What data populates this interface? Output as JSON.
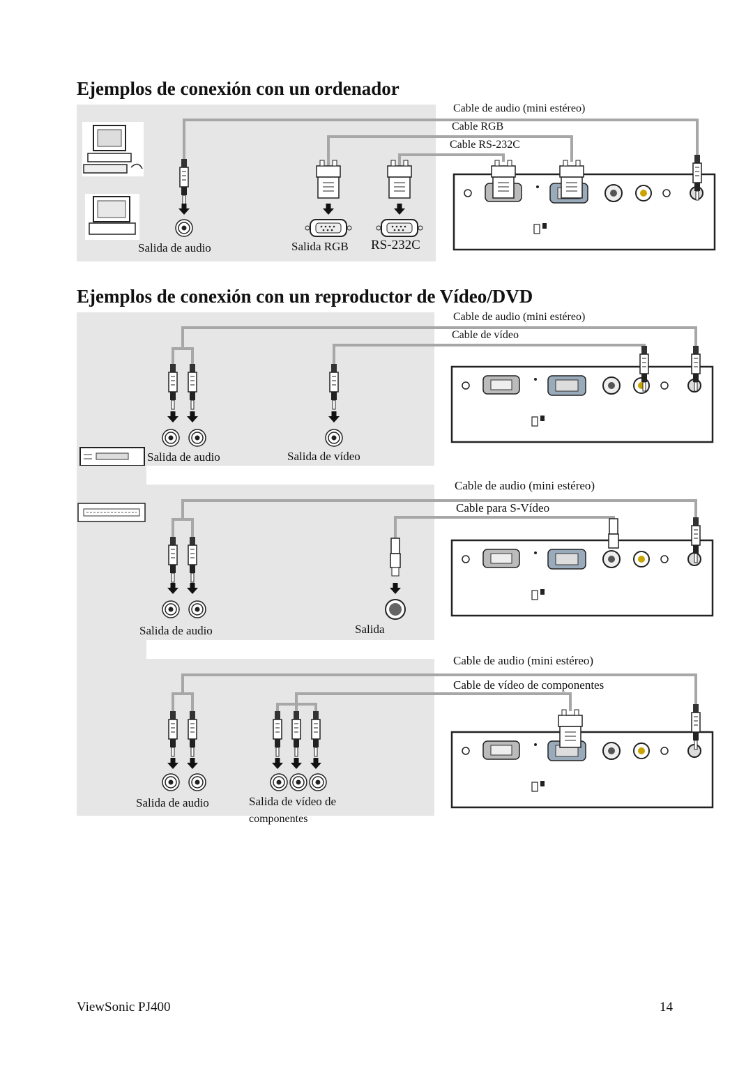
{
  "section1": {
    "title": "Ejemplos de conexión con un ordenador",
    "cable_audio": "Cable de audio (mini estéreo)",
    "cable_rgb": "Cable RGB",
    "cable_rs232c": "Cable RS-232C",
    "out_audio": "Salida de audio",
    "out_rgb": "Salida RGB",
    "out_rs232c": "RS-232C"
  },
  "section2": {
    "title": "Ejemplos de conexión con un reproductor de Vídeo/DVD",
    "a": {
      "cable_audio": "Cable de audio (mini estéreo)",
      "cable_video": "Cable de vídeo",
      "out_audio": "Salida de audio",
      "out_video": "Salida de vídeo"
    },
    "b": {
      "cable_audio": "Cable de audio (mini estéreo)",
      "cable_svideo": "Cable para S-Vídeo",
      "out_audio": "Salida de audio",
      "out_svideo": "Salida"
    },
    "c": {
      "cable_audio": "Cable de audio (mini estéreo)",
      "cable_component": "Cable de vídeo de componentes",
      "out_audio": "Salida de audio",
      "out_component_line1": "Salida de vídeo de",
      "out_component_line2": "componentes"
    }
  },
  "footer": {
    "model": "ViewSonic PJ400",
    "page": "14"
  }
}
